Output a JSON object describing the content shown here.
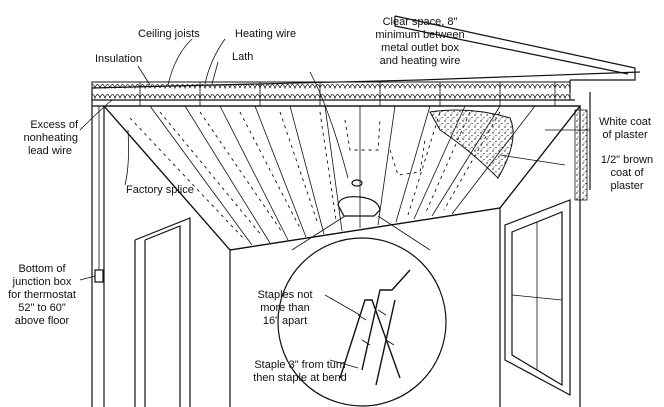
{
  "labels": {
    "ceiling_joists": "Ceiling joists",
    "heating_wire": "Heating wire",
    "insulation": "Insulation",
    "lath": "Lath",
    "clear_space": [
      "Clear space, 8\"",
      "minimum between",
      "metal outlet box",
      "and heating wire"
    ],
    "excess_lead": [
      "Excess of",
      "nonheating",
      "lead wire"
    ],
    "factory_splice": "Factory splice",
    "white_coat": [
      "White coat",
      "of plaster"
    ],
    "brown_coat": [
      "1/2\" brown",
      "coat of",
      "plaster"
    ],
    "junction_box": [
      "Bottom of",
      "junction box",
      "for thermostat",
      "52\" to 60\"",
      "above floor"
    ],
    "staples_apart": [
      "Staples not",
      "more than",
      "16\" apart"
    ],
    "staple_turn": [
      "Staple 3\" from turn",
      "then staple at bend"
    ]
  },
  "colors": {
    "ink": "#111111",
    "paper": "#ffffff"
  }
}
